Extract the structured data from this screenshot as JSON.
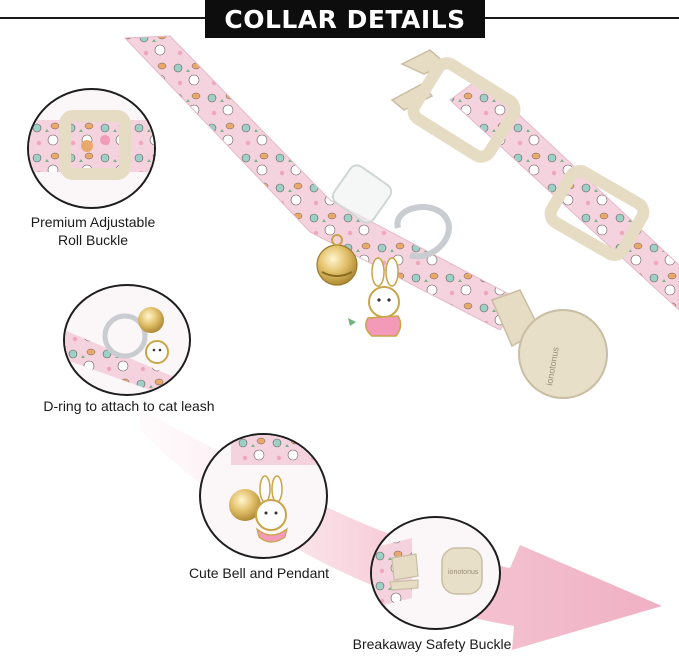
{
  "header": {
    "title": "COLLAR DETAILS"
  },
  "features": [
    {
      "line1": "Premium Adjustable",
      "line2": "Roll Buckle",
      "icon": "roll-buckle"
    },
    {
      "line1": "D-ring to attach to cat leash",
      "icon": "d-ring"
    },
    {
      "line1": "Cute Bell and Pendant",
      "icon": "bell-pendant"
    },
    {
      "line1": "Breakaway Safety Buckle",
      "icon": "breakaway-buckle"
    }
  ],
  "product": {
    "brand_engraving": "ionotonus"
  },
  "colors": {
    "collar_pink": "#f3cfdc",
    "buckle_beige": "#e6dcc4",
    "gold": "#d9b65a",
    "arrow_pink": "#f2b8c8",
    "title_bg": "#0d0d0d"
  }
}
